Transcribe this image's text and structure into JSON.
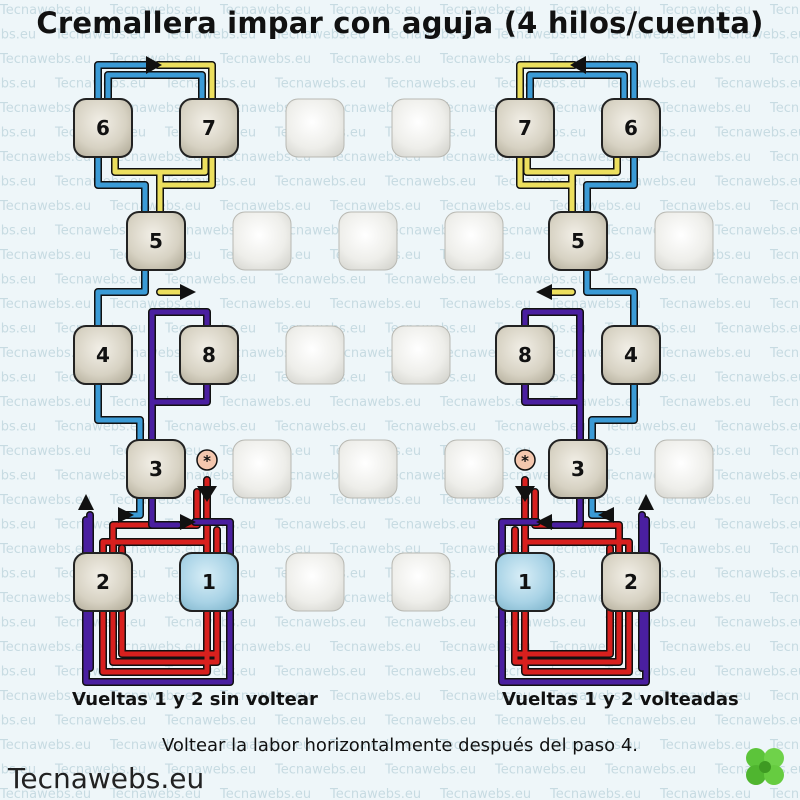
{
  "title": "Cremallera impar con aguja (4 hilos/cuenta)",
  "captions": {
    "left": "Vueltas 1 y 2 sin voltear",
    "right": "Vueltas 1 y 2 volteadas"
  },
  "note": "Voltear la labor  horizontalmente después del paso 4.",
  "brand": "Tecnawebs.eu",
  "watermark": "Tecnawebs.eu",
  "start_marker": "*",
  "colors": {
    "background": "#eef6f9",
    "bead_beige": "#d7d2c3",
    "bead_blue": "#a9d3e6",
    "bead_ghost": "#eeeeea",
    "thread_light_blue": "#3b9bd6",
    "thread_yellow": "#ecdf5e",
    "thread_purple": "#4a1fa0",
    "thread_red": "#d8201e",
    "start_circle": "#f4c7ae"
  },
  "left": {
    "beads": [
      {
        "label": "6",
        "row": 0,
        "col": 0
      },
      {
        "label": "7",
        "row": 0,
        "col": 2
      },
      {
        "label": "5",
        "row": 1,
        "col": 1
      },
      {
        "label": "4",
        "row": 2,
        "col": 0
      },
      {
        "label": "8",
        "row": 2,
        "col": 2
      },
      {
        "label": "3",
        "row": 3,
        "col": 1
      },
      {
        "label": "2",
        "row": 4,
        "col": 0
      },
      {
        "label": "1",
        "row": 4,
        "col": 2,
        "highlight": true
      }
    ],
    "ghost_beads": [
      {
        "row": 0,
        "col": 4
      },
      {
        "row": 0,
        "col": 6
      },
      {
        "row": 1,
        "col": 3
      },
      {
        "row": 1,
        "col": 5
      },
      {
        "row": 1,
        "col": 7
      },
      {
        "row": 2,
        "col": 4
      },
      {
        "row": 2,
        "col": 6
      },
      {
        "row": 3,
        "col": 3
      },
      {
        "row": 3,
        "col": 5
      },
      {
        "row": 3,
        "col": 7
      },
      {
        "row": 4,
        "col": 4
      },
      {
        "row": 4,
        "col": 6
      }
    ]
  },
  "right": {
    "beads": [
      {
        "label": "7",
        "row": 0,
        "col": 0
      },
      {
        "label": "6",
        "row": 0,
        "col": 2
      },
      {
        "label": "5",
        "row": 1,
        "col": 1
      },
      {
        "label": "8",
        "row": 2,
        "col": 0
      },
      {
        "label": "4",
        "row": 2,
        "col": 2
      },
      {
        "label": "3",
        "row": 3,
        "col": 1
      },
      {
        "label": "1",
        "row": 4,
        "col": 0,
        "highlight": true
      },
      {
        "label": "2",
        "row": 4,
        "col": 2
      }
    ],
    "ghost_beads": [
      {
        "row": 1,
        "col": 3
      },
      {
        "row": 3,
        "col": 3
      }
    ]
  }
}
